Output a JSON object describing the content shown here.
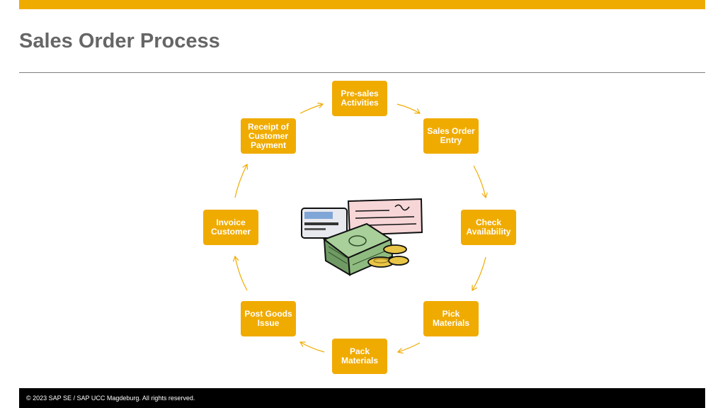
{
  "title": "Sales Order Process",
  "colors": {
    "accent": "#f0ab00",
    "title": "#666666",
    "footer_bg": "#000000"
  },
  "nodes": [
    {
      "label": "Pre-sales\nActivities"
    },
    {
      "label": "Sales Order\nEntry"
    },
    {
      "label": "Check\nAvailability"
    },
    {
      "label": "Pick\nMaterials"
    },
    {
      "label": "Pack\nMaterials"
    },
    {
      "label": "Post Goods\nIssue"
    },
    {
      "label": "Invoice\nCustomer"
    },
    {
      "label": "Receipt of\nCustomer\nPayment"
    }
  ],
  "center_image": {
    "icon": "money-and-credit-card-clipart"
  },
  "footer": {
    "text": "© 2023 SAP SE / SAP UCC Magdeburg. All rights reserved."
  }
}
